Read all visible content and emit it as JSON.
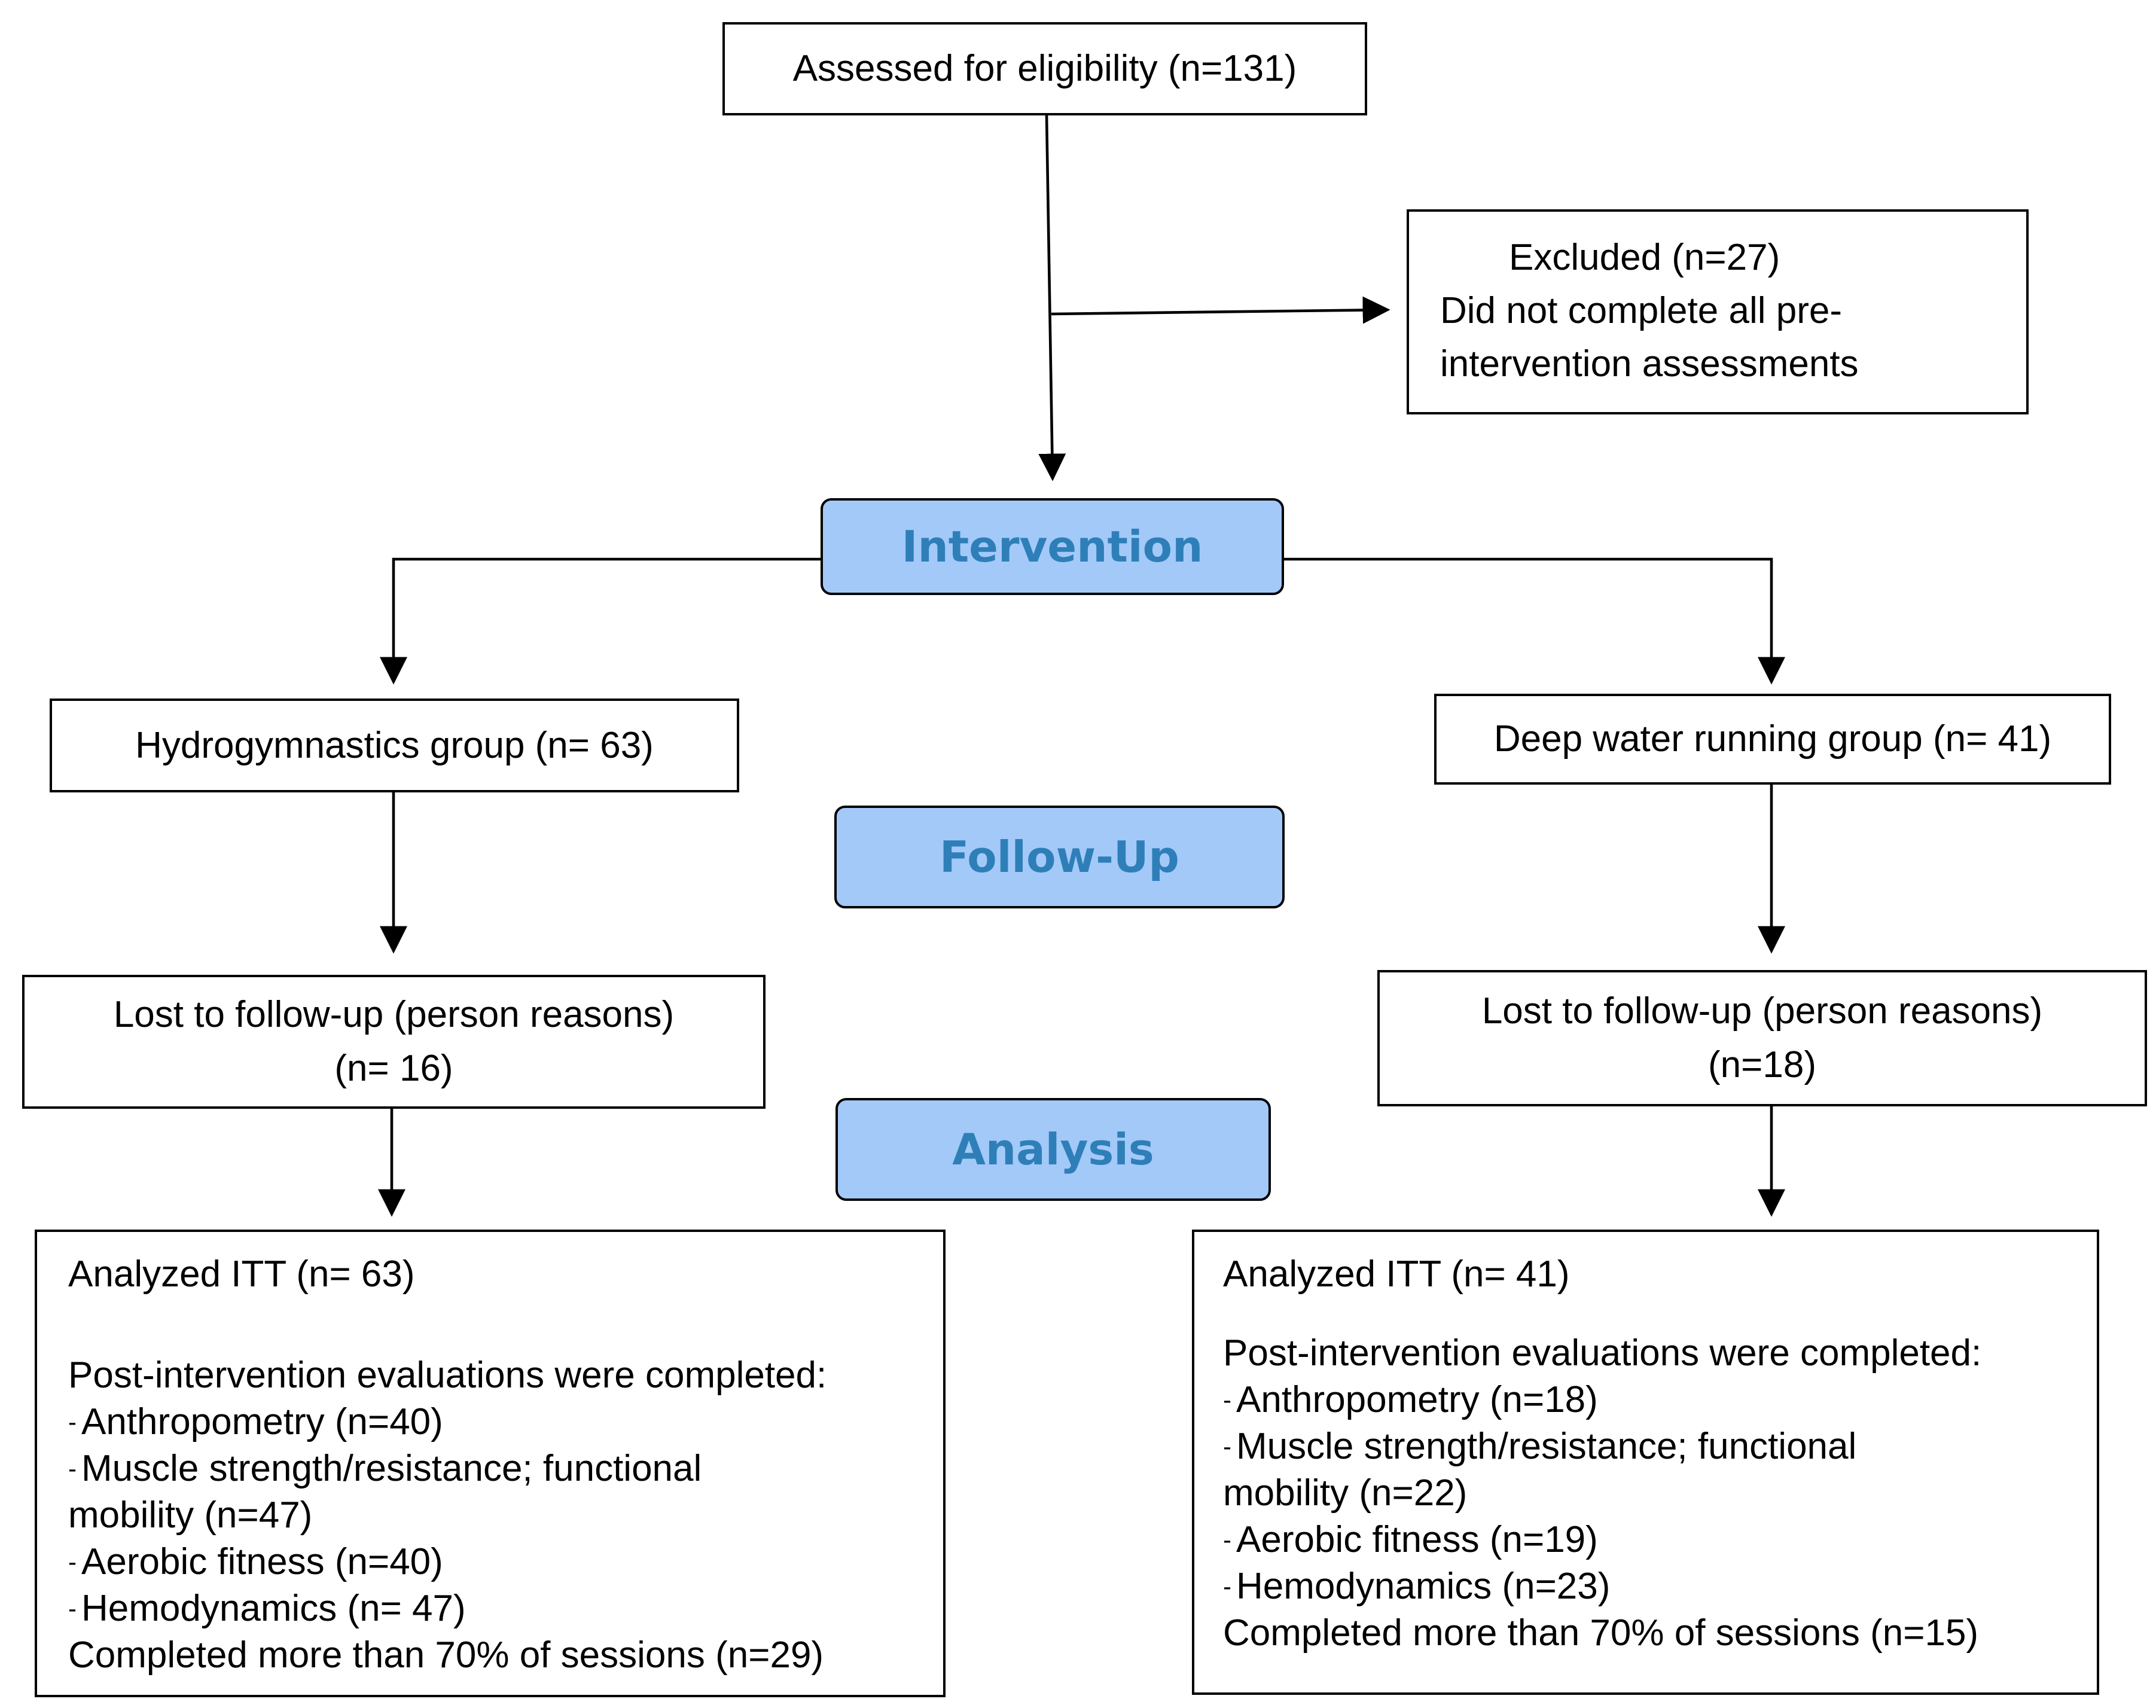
{
  "assessed": "Assessed for eligibility (n=131)",
  "excluded": {
    "title": "Excluded (n=27)",
    "line1": "Did not complete all pre-",
    "line2": "intervention assessments"
  },
  "stages": {
    "intervention": "Intervention",
    "follow_up": "Follow-Up",
    "analysis": "Analysis"
  },
  "left": {
    "group": "Hydrogymnastics group (n= 63)",
    "lost_line1": "Lost to follow-up (person reasons)",
    "lost_line2": "(n= 16)",
    "analyzed": "Analyzed ITT (n= 63)",
    "post_header": "Post-intervention evaluations were completed:",
    "item1": "Anthropometry (n=40)",
    "item2": "Muscle strength/resistance; functional",
    "item2b": "mobility (n=47)",
    "item3": "Aerobic fitness (n=40)",
    "item4": "Hemodynamics (n= 47)",
    "completed": "Completed more than 70% of sessions (n=29)"
  },
  "right": {
    "group": "Deep water running group (n= 41)",
    "lost_line1": "Lost to follow-up (person reasons)",
    "lost_line2": "(n=18)",
    "analyzed": "Analyzed ITT (n= 41)",
    "post_header": "Post-intervention evaluations were completed:",
    "item1": "Anthropometry (n=18)",
    "item2": "Muscle strength/resistance; functional",
    "item2b": "mobility (n=22)",
    "item3": "Aerobic fitness (n=19)",
    "item4": "Hemodynamics (n=23)",
    "completed": "Completed more than 70% of sessions (n=15)"
  }
}
